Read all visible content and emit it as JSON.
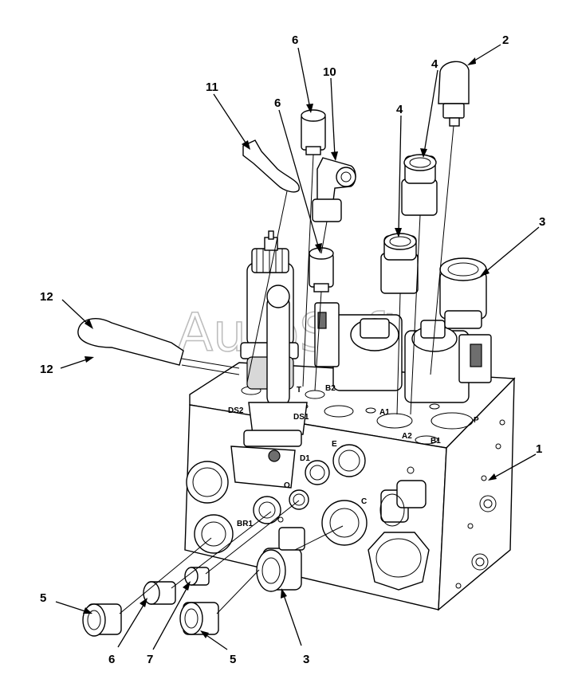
{
  "watermark": "AutoSoft",
  "callouts": {
    "c1": "1",
    "c2": "2",
    "c3a": "3",
    "c3b": "3",
    "c4a": "4",
    "c4b": "4",
    "c5a": "5",
    "c5b": "5",
    "c6a": "6",
    "c6b": "6",
    "c6c": "6",
    "c7": "7",
    "c10": "10",
    "c11": "11",
    "c12a": "12",
    "c12b": "12"
  },
  "port_labels": {
    "e": "E",
    "d1": "D1",
    "c": "C",
    "br1": "BR1",
    "t": "T",
    "b2": "B2",
    "a1": "A1",
    "p": "P",
    "a2": "A2",
    "b1": "B1",
    "ds1": "DS1",
    "ds2": "DS2",
    "o": "O"
  }
}
